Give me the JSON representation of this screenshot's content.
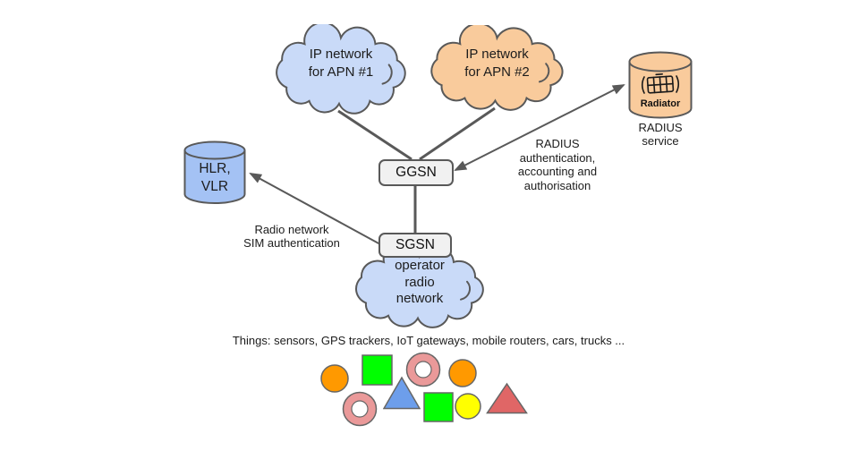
{
  "diagram": {
    "clouds": {
      "apn1": {
        "label": "IP network\nfor APN #1",
        "fill": "#c9daf8"
      },
      "apn2": {
        "label": "IP network\nfor APN #2",
        "fill": "#f9cb9c"
      },
      "radio": {
        "label": "operator\nradio\nnetwork",
        "fill": "#c9daf8"
      }
    },
    "boxes": {
      "ggsn": {
        "label": "GGSN"
      },
      "sgsn": {
        "label": "SGSN"
      }
    },
    "cylinders": {
      "hlr": {
        "label": "HLR,\nVLR",
        "fill": "#a4c2f4"
      },
      "radiator": {
        "logo_label": "Radiator",
        "caption": "RADIUS\nservice",
        "fill": "#f9cb9c"
      }
    },
    "edge_labels": {
      "radius_aaa": "RADIUS\nauthentication,\naccounting and\nauthorisation",
      "sim_auth": "Radio network\nSIM authentication"
    },
    "things": {
      "caption": "Things: sensors, GPS trackers, IoT gateways, mobile routers, cars, trucks  ...",
      "shapes": [
        {
          "name": "circle-orange",
          "color": "#ff9900"
        },
        {
          "name": "square-green",
          "color": "#00ff00"
        },
        {
          "name": "donut-pink",
          "color": "#ea9999"
        },
        {
          "name": "circle-orange-2",
          "color": "#ff9900"
        },
        {
          "name": "donut-pink-2",
          "color": "#ea9999"
        },
        {
          "name": "triangle-blue",
          "color": "#6d9eeb"
        },
        {
          "name": "square-green-2",
          "color": "#00ff00"
        },
        {
          "name": "circle-yellow",
          "color": "#ffff00"
        },
        {
          "name": "triangle-red",
          "color": "#e06666"
        }
      ]
    },
    "palette": {
      "outline": "#595959",
      "box_fill": "#f1f1f1",
      "shape_border": "#666666",
      "text": "#1c1c1c"
    }
  }
}
